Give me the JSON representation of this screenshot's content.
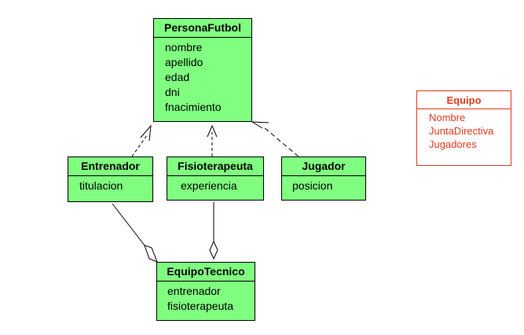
{
  "classes": {
    "persona": {
      "name": "PersonaFutbol",
      "attributes": [
        "nombre",
        "apellido",
        "edad",
        "dni",
        "fnacimiento"
      ]
    },
    "entrenador": {
      "name": "Entrenador",
      "attributes": [
        "titulacion"
      ]
    },
    "fisioterapeuta": {
      "name": "Fisioterapeuta",
      "attributes": [
        "experiencia"
      ]
    },
    "jugador": {
      "name": "Jugador",
      "attributes": [
        "posicion"
      ]
    },
    "equipotecnico": {
      "name": "EquipoTecnico",
      "attributes": [
        "entrenador",
        "fisioterapeuta"
      ]
    },
    "equipo": {
      "name": "Equipo",
      "attributes": [
        "Nombre",
        "JuntaDirectiva",
        "Jugadores"
      ]
    }
  },
  "colors": {
    "class_fill": "#80ff80",
    "border": "#000000",
    "equipo_accent": "#e03a1e"
  }
}
